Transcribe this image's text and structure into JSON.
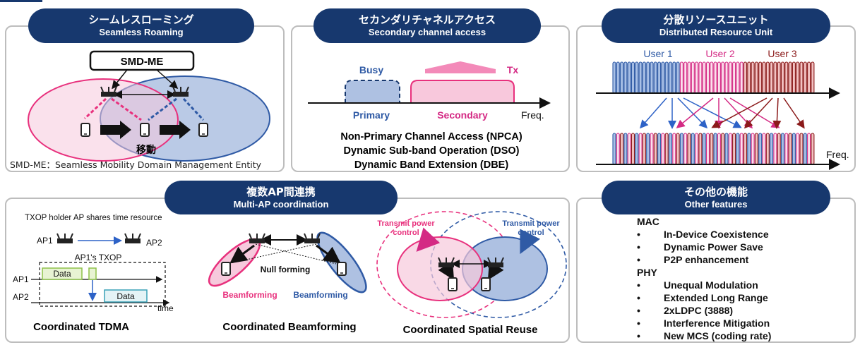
{
  "colors": {
    "navy": "#17386e",
    "pink": "#e8317d",
    "pinkFill": "#f6c9dc",
    "blue": "#2f5aa5",
    "blueFill": "#aec1e2",
    "darkred": "#8b1a1a"
  },
  "roaming": {
    "title_jp": "シームレスローミング",
    "title_en": "Seamless Roaming",
    "box": "SMD-ME",
    "move": "移動",
    "footnote": "SMD-ME：Seamless Mobility Domain Management Entity"
  },
  "secondary": {
    "title_jp": "セカンダリチャネルアクセス",
    "title_en": "Secondary channel access",
    "busy": "Busy",
    "tx": "Tx",
    "primary": "Primary",
    "secondary": "Secondary",
    "freq": "Freq.",
    "features": [
      "Non-Primary Channel Access (NPCA)",
      "Dynamic Sub-band Operation (DSO)",
      "Dynamic Band Extension (DBE)"
    ]
  },
  "dru": {
    "title_jp": "分散リソースユニット",
    "title_en": "Distributed Resource Unit",
    "user1": "User 1",
    "user2": "User 2",
    "user3": "User 3",
    "freq": "Freq."
  },
  "multiap": {
    "title_jp": "複数AP間連携",
    "title_en": "Multi-AP coordination",
    "tdma": {
      "holder": "TXOP holder AP shares time resource",
      "ap1": "AP1",
      "ap2": "AP2",
      "txop": "AP1's TXOP",
      "row1": "AP1",
      "row2": "AP2",
      "data1": "Data",
      "data2": "Data",
      "time": "time",
      "caption": "Coordinated TDMA"
    },
    "beam": {
      "null": "Null forming",
      "bf1": "Beamforming",
      "bf2": "Beamforming",
      "caption": "Coordinated Beamforming"
    },
    "sr": {
      "tpc1a": "Transmit power",
      "tpc1b": "control",
      "tpc2a": "Transmit power",
      "tpc2b": "control",
      "caption": "Coordinated Spatial Reuse"
    }
  },
  "other": {
    "title_jp": "その他の機能",
    "title_en": "Other features",
    "mac": "MAC",
    "mac_items": [
      "In-Device Coexistence",
      "Dynamic Power Save",
      "P2P enhancement"
    ],
    "phy": "PHY",
    "phy_items": [
      "Unequal Modulation",
      "Extended Long Range",
      "2xLDPC (3888)",
      "Interference Mitigation",
      "New MCS (coding rate)"
    ],
    "bullet": "•"
  }
}
